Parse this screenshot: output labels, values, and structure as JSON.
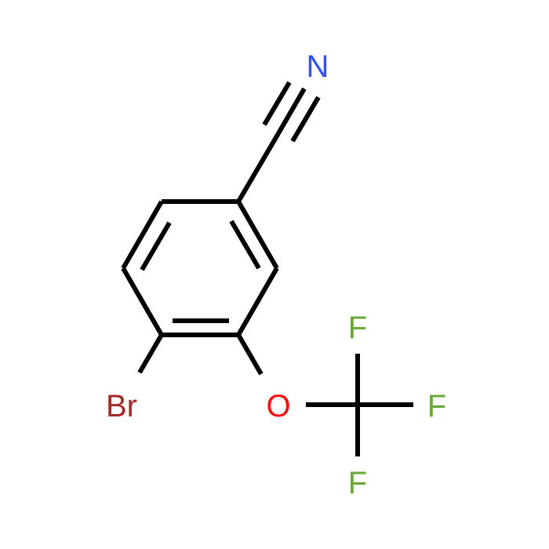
{
  "molecule": {
    "atoms": {
      "nitrogen": {
        "label": "N",
        "color": "#3050F8"
      },
      "bromine": {
        "label": "Br",
        "color": "#A62929"
      },
      "oxygen": {
        "label": "O",
        "color": "#FF0D0D"
      },
      "fluorine_top": {
        "label": "F",
        "color": "#6BA83A"
      },
      "fluorine_right": {
        "label": "F",
        "color": "#6BA83A"
      },
      "fluorine_bottom": {
        "label": "F",
        "color": "#6BA83A"
      }
    },
    "bond_color": "#000000"
  }
}
